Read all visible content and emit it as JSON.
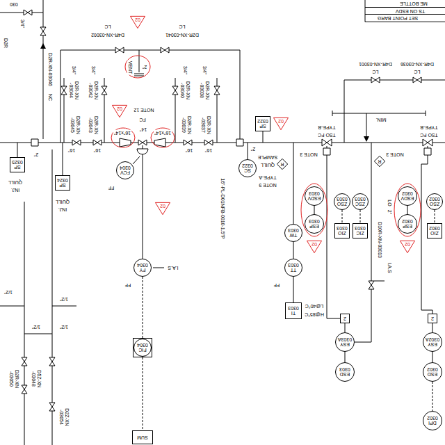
{
  "diagram": {
    "nodes": [
      {
        "text": [
          "02"
        ]
      },
      {
        "text": [
          "02"
        ]
      },
      {
        "text": [
          "02"
        ]
      },
      {
        "text": [
          "FCV",
          "0304"
        ]
      },
      {
        "text": [
          "FY",
          "0304"
        ]
      },
      {
        "text": [
          "FIC",
          "0304"
        ]
      },
      {
        "text": [
          "SUM"
        ]
      },
      {
        "text": [
          "SP",
          "0325"
        ]
      },
      {
        "text": [
          "SP",
          "0324"
        ]
      },
      {
        "text": [
          "SC",
          "0322"
        ]
      },
      {
        "text": [
          "SP",
          "0322"
        ]
      },
      {
        "text": [
          "02"
        ]
      },
      {
        "text": [
          "R"
        ]
      },
      {
        "text": [
          "TW",
          "0303"
        ]
      },
      {
        "text": [
          "TT",
          "0303"
        ]
      },
      {
        "text": [
          "TI",
          "0303"
        ]
      },
      {
        "text": [
          "ESDV",
          "0303"
        ]
      },
      {
        "text": [
          "ESP",
          "0303"
        ]
      },
      {
        "text": [
          "02"
        ]
      },
      {
        "text": [
          "ZSO",
          "0303"
        ]
      },
      {
        "text": [
          "ZSC",
          "0303"
        ]
      },
      {
        "text": [
          "ZIO",
          "0303"
        ]
      },
      {
        "text": [
          "ZIC",
          "0303"
        ]
      },
      {
        "text": [
          "2"
        ]
      },
      {
        "text": [
          "ESY",
          "0303A"
        ]
      },
      {
        "text": [
          "ESD",
          "0303"
        ]
      },
      {
        "text": [
          "R"
        ]
      },
      {
        "text": [
          "ESDV",
          "0302"
        ]
      },
      {
        "text": [
          "ESP",
          "0302"
        ]
      },
      {
        "text": [
          "02"
        ]
      },
      {
        "text": [
          "ZSO",
          "0302"
        ]
      },
      {
        "text": [
          "ZIO",
          "0302"
        ]
      },
      {
        "text": [
          "2"
        ]
      },
      {
        "text": [
          "ESY",
          "0302A"
        ]
      },
      {
        "text": [
          "ESD",
          "0302"
        ]
      },
      {
        "text": [
          "DPI",
          "0302"
        ]
      }
    ],
    "edges": [
      {
        "from": 4,
        "to": 5,
        "arrow": "none"
      },
      {
        "from": 5,
        "to": 6,
        "arrow": "none"
      },
      {
        "from": 13,
        "to": 14,
        "arrow": "none"
      },
      {
        "from": 14,
        "to": 15,
        "arrow": "none"
      },
      {
        "from": 16,
        "to": 17,
        "arrow": "none"
      },
      {
        "from": 19,
        "to": 21,
        "arrow": "none"
      },
      {
        "from": 20,
        "to": 22,
        "arrow": "none"
      },
      {
        "from": 23,
        "to": 24,
        "arrow": "none"
      },
      {
        "from": 24,
        "to": 25,
        "arrow": "none"
      },
      {
        "from": 27,
        "to": 28,
        "arrow": "none"
      },
      {
        "from": 30,
        "to": 31,
        "arrow": "none"
      },
      {
        "from": 32,
        "to": 33,
        "arrow": "none"
      },
      {
        "from": 33,
        "to": 34,
        "arrow": "none"
      },
      {
        "from": 34,
        "to": 35,
        "arrow": "none"
      }
    ],
    "labels": [
      "030",
      "D2R",
      "3/4\"",
      "D2R-XN-03046",
      "NC",
      "LC",
      "D4R-XN-03002",
      "LC",
      "D2R-XN-03041",
      "VENT",
      "2\"",
      "D2R-XN -03044",
      "3/4\"",
      "D2R-XN -03042",
      "3/4\"",
      "D2R-XN -03045",
      "D2R-XN -03043",
      "D2R-XN -03040",
      "3/4\"",
      "D2R-XN -03038",
      "3/4\"",
      "D2R-XN -03039",
      "D2R-XN -03037",
      "16\"",
      "16\"",
      "16\"",
      "16\"",
      "NOTE 12",
      "FC",
      "14\"",
      "16\"x14\"",
      "16\"x14\"",
      "FF",
      "I.A.S",
      "FF",
      "2\"",
      "QUILL",
      "INJ.",
      "QUILL",
      "INJ.",
      "1/2\"",
      "1/2\"",
      "1/2\"",
      "1/2\"",
      "D2R-XN -03050",
      "D5Z-XN -03048",
      "D2Z-XN -03054",
      "16\"-PL-D01NFB-0010-1.5\"P",
      "2\"",
      "SAMPLE",
      "QUILL",
      "TYPE-A",
      "NOTE 9",
      "FF",
      "L@40°C",
      "H@85°C",
      "NOTE 3",
      "TYPE-B",
      "TSO FC",
      "TYPE-B",
      "TSO FC",
      "MIN.",
      "D4R-XN-03001",
      "LC",
      "D4R-XN-03036",
      "LC",
      "D10R-XN-03013",
      "LO",
      "2\"",
      "I.A.S",
      "NOTE 3",
      "SET POINT BARG",
      "TS ON ESDV",
      "ME BOTTLE"
    ]
  }
}
